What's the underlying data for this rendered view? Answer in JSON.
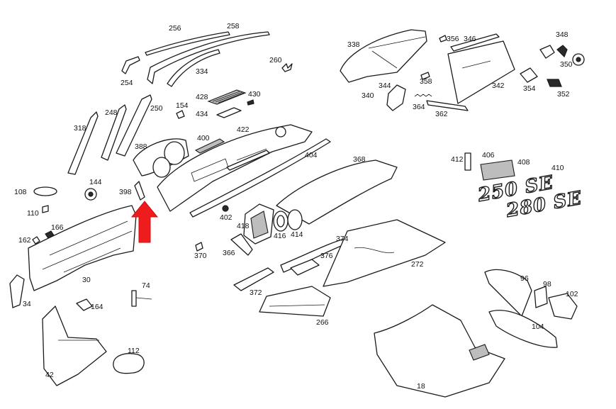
{
  "callouts": [
    "256",
    "258",
    "260",
    "338",
    "356",
    "346",
    "348",
    "254",
    "334",
    "428",
    "430",
    "350",
    "154",
    "344",
    "358",
    "354",
    "434",
    "352",
    "340",
    "364",
    "362",
    "342",
    "248",
    "250",
    "318",
    "422",
    "400",
    "388",
    "404",
    "368",
    "412",
    "406",
    "408",
    "410",
    "144",
    "108",
    "398",
    "110",
    "402",
    "166",
    "418",
    "416",
    "414",
    "374",
    "162",
    "370",
    "366",
    "272",
    "376",
    "372",
    "96",
    "98",
    "74",
    "102",
    "30",
    "34",
    "164",
    "104",
    "266",
    "112",
    "42",
    "18"
  ],
  "badges": [
    "250 SE",
    "280 SE"
  ],
  "colors": {
    "line": "#1a1a1a",
    "highlight_arrow": "#ee1c1c",
    "background": "#ffffff"
  }
}
